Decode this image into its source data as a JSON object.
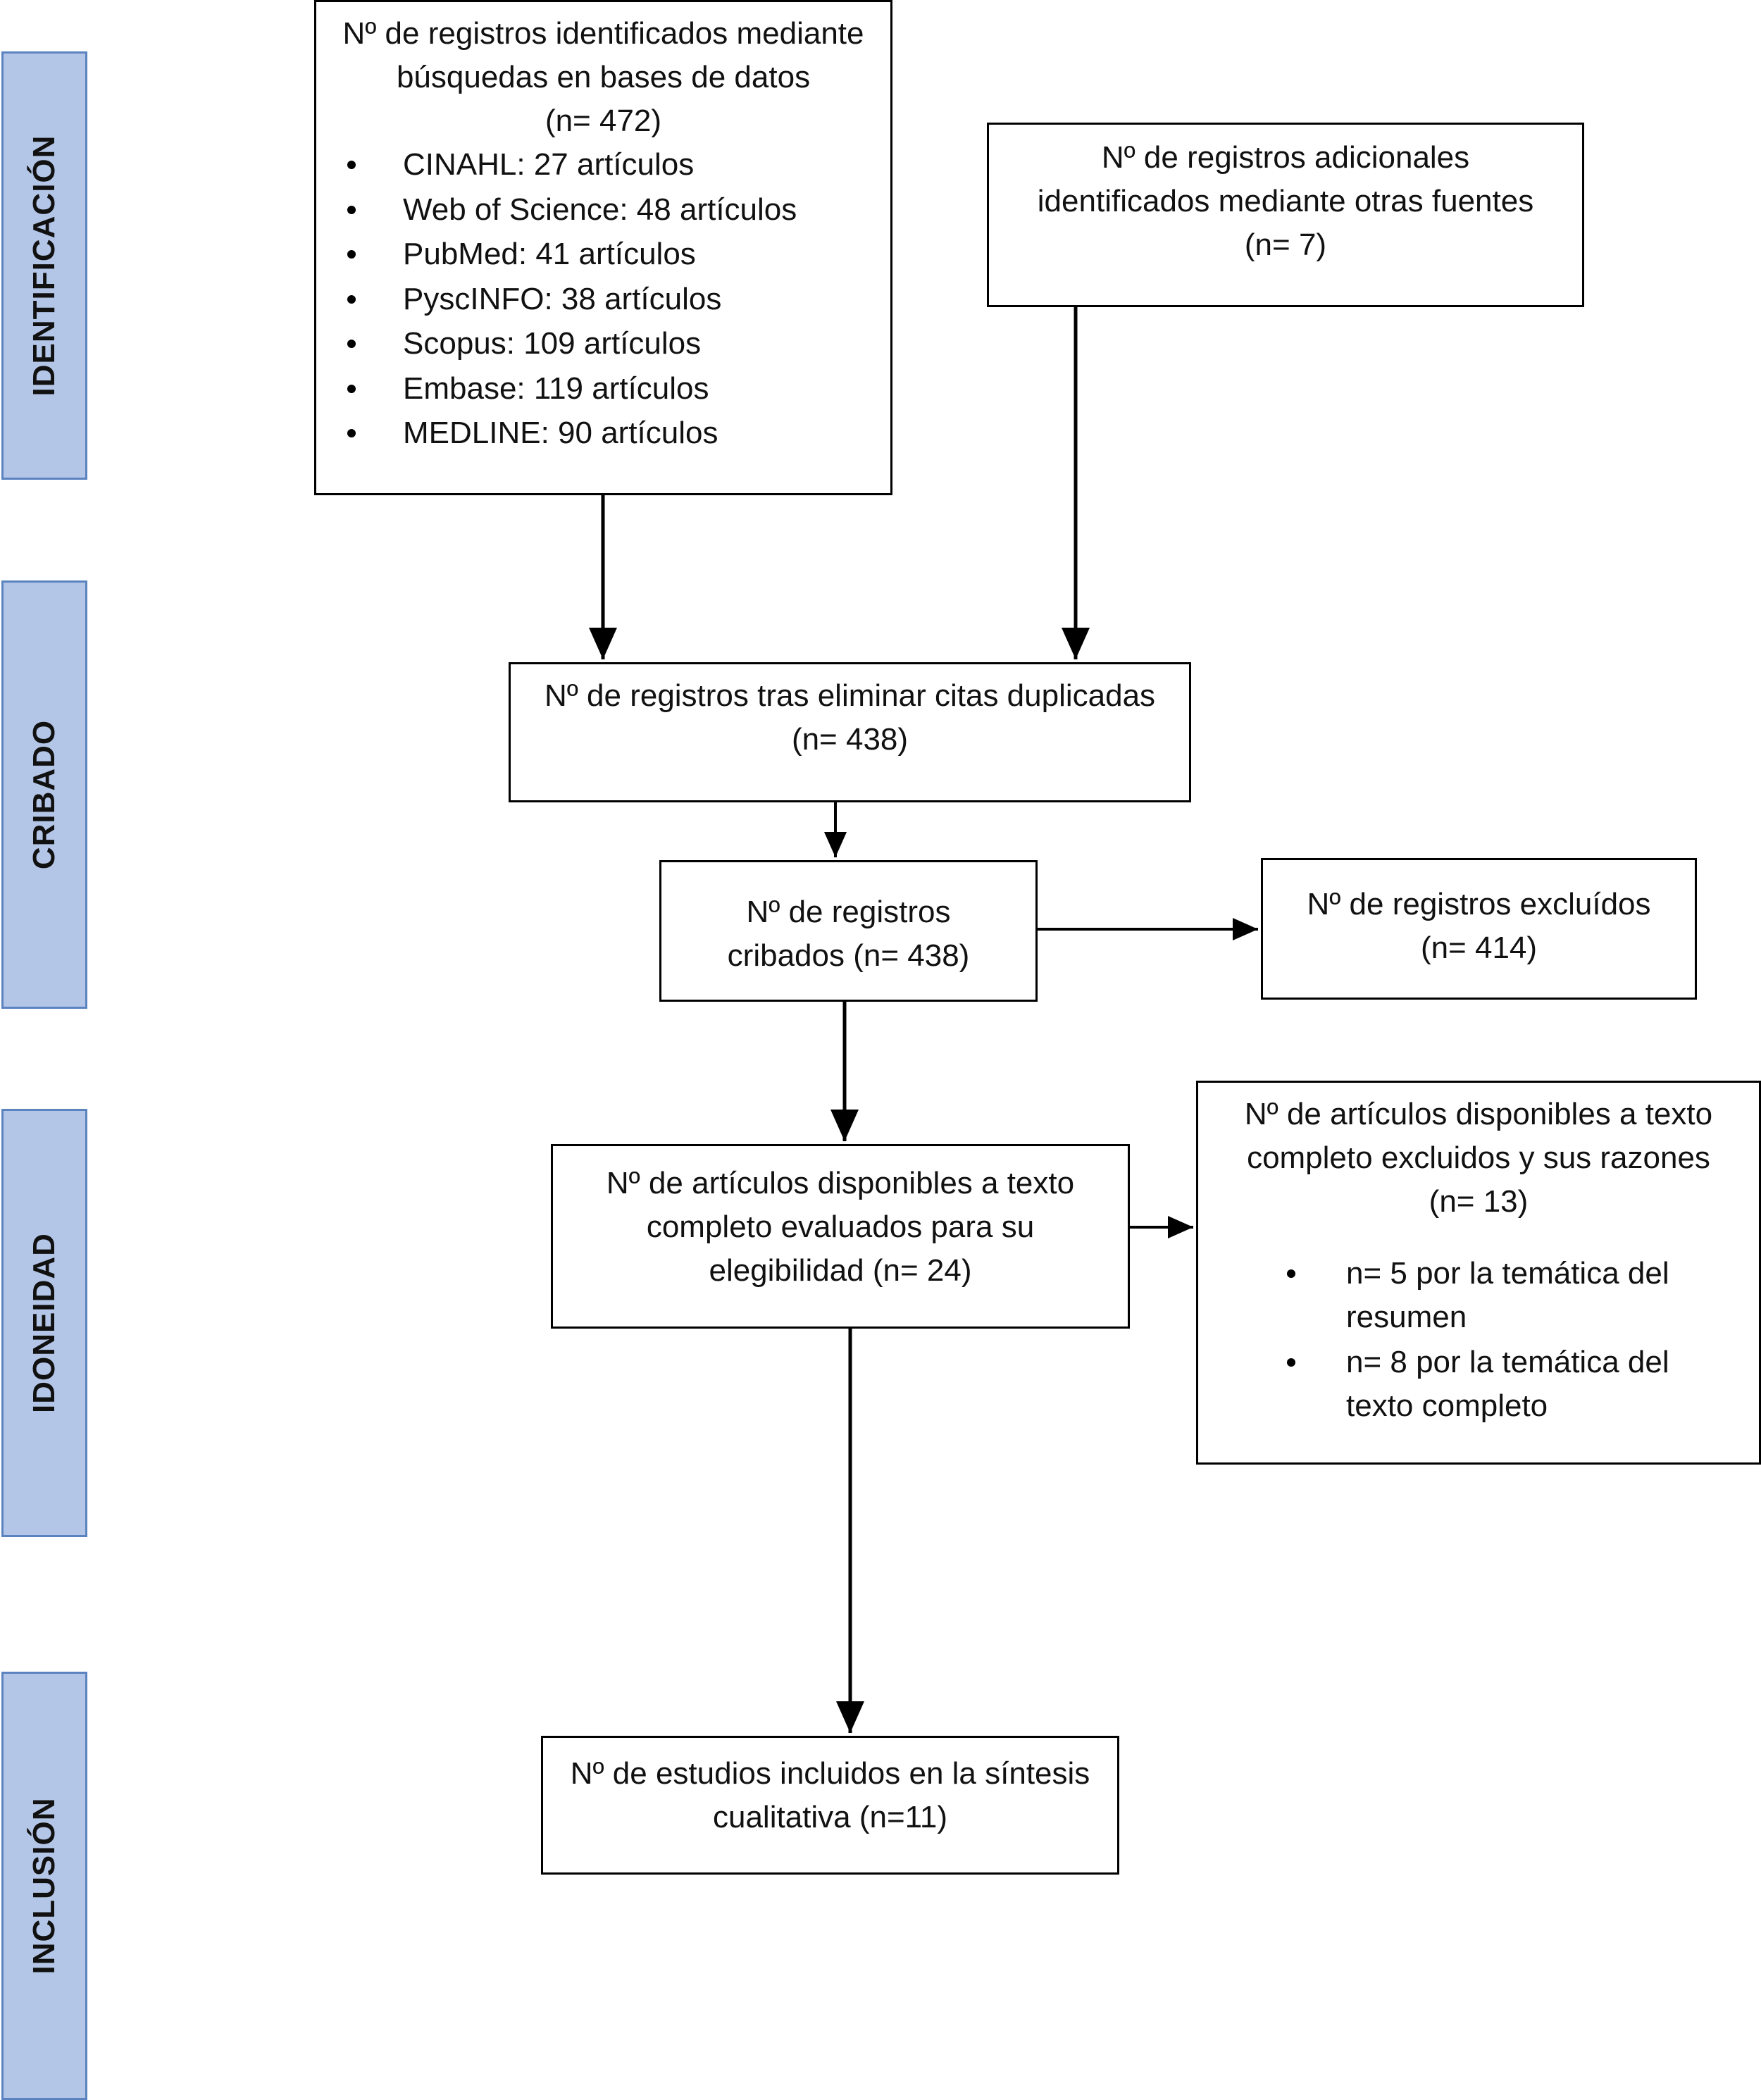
{
  "phases": {
    "identificacion": "IDENTIFICACIÓN",
    "cribado": "CRIBADO",
    "idoneidad": "IDONEIDAD",
    "inclusion": "INCLUSIÓN"
  },
  "boxes": {
    "databases": {
      "lines": [
        "Nº de registros identificados mediante",
        "búsquedas en bases de datos",
        "(n= 472)"
      ],
      "items": [
        "CINAHL: 27 artículos",
        "Web of Science: 48 artículos",
        "PubMed: 41 artículos",
        "PyscINFO: 38 artículos",
        "Scopus: 109 artículos",
        "Embase: 119 artículos",
        "MEDLINE: 90 artículos"
      ]
    },
    "other_sources": {
      "lines": [
        "Nº de registros adicionales",
        "identificados mediante otras fuentes",
        "(n= 7)"
      ]
    },
    "deduplicated": {
      "lines": [
        "Nº de registros tras eliminar citas duplicadas",
        "(n= 438)"
      ]
    },
    "screened": {
      "lines": [
        "Nº de registros",
        "cribados (n= 438)"
      ]
    },
    "excluded": {
      "lines": [
        "Nº de registros excluídos",
        "(n= 414)"
      ]
    },
    "fulltext": {
      "lines": [
        "Nº de artículos disponibles a texto",
        "completo evaluados para su",
        "elegibilidad (n= 24)"
      ]
    },
    "fulltext_excluded": {
      "lines": [
        "Nº de artículos disponibles a texto",
        "completo excluidos y sus razones",
        "(n= 13)"
      ],
      "items": [
        {
          "l1": "n= 5 por la temática del",
          "l2": "resumen"
        },
        {
          "l1": "n= 8 por la temática del",
          "l2": "texto completo"
        }
      ]
    },
    "included": {
      "lines": [
        "Nº de estudios incluidos en la síntesis",
        "cualitativa (n=11)"
      ]
    }
  }
}
